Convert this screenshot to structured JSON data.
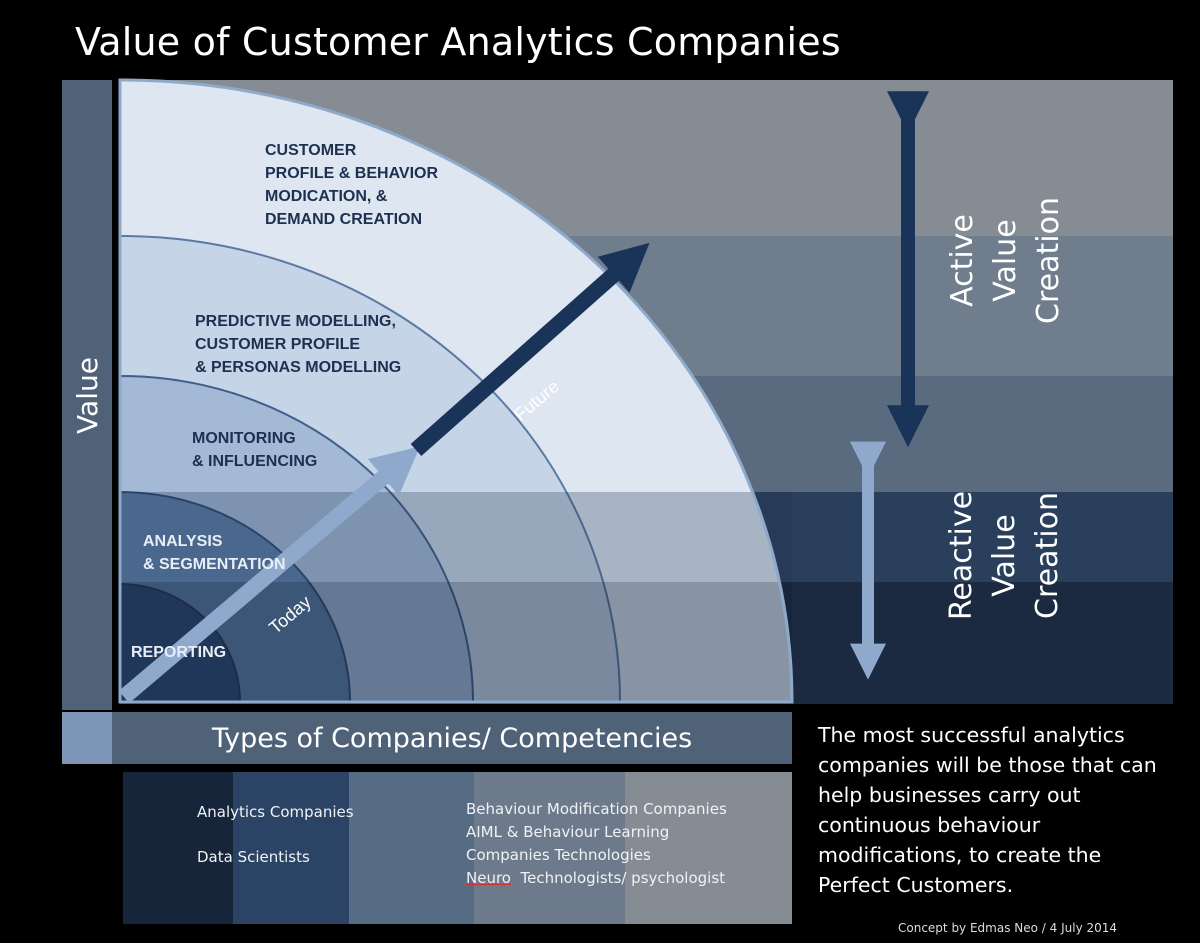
{
  "title": "Value of Customer Analytics Companies",
  "value_axis_label": "Value",
  "bands": [
    {
      "id": "reporting",
      "label": "REPORTING"
    },
    {
      "id": "analysis",
      "label": "ANALYSIS\n& SEGMENTATION"
    },
    {
      "id": "monitoring",
      "label": "MONITORING\n& INFLUENCING"
    },
    {
      "id": "predictive",
      "label": "PREDICTIVE MODELLING,\nCUSTOMER PROFILE\n& PERSONAS MODELLING"
    },
    {
      "id": "customer",
      "label": "CUSTOMER\nPROFILE & BEHAVIOR\nMODICATION, &\nDEMAND CREATION"
    }
  ],
  "arrows": {
    "today_label": "Today",
    "future_label": "Future"
  },
  "side_labels": {
    "active": [
      "Active",
      "Value",
      "Creation"
    ],
    "reactive": [
      "Reactive",
      "Value",
      "Creation"
    ]
  },
  "x_axis_label": "Types of Companies/ Competencies",
  "legend": {
    "left": [
      "Analytics Companies",
      "Data Scientists"
    ],
    "right": [
      "Behaviour Modification Companies",
      "AIML & Behaviour Learning",
      "Companies Technologies"
    ],
    "neuro_word": "Neuro",
    "neuro_rest": "  Technologists/ psychologist"
  },
  "summary": "The most successful analytics companies will be those that can help businesses carry out continuous behaviour modifications, to create the Perfect Customers.",
  "credit": "Concept  by Edmas Neo / 4 July 2014",
  "colors": {
    "background": "#000000",
    "axis_panel": "#4f6278",
    "arrow_dark": "#1a3358",
    "arrow_light": "#8fa9cc",
    "label_dark": "#1d3050"
  }
}
